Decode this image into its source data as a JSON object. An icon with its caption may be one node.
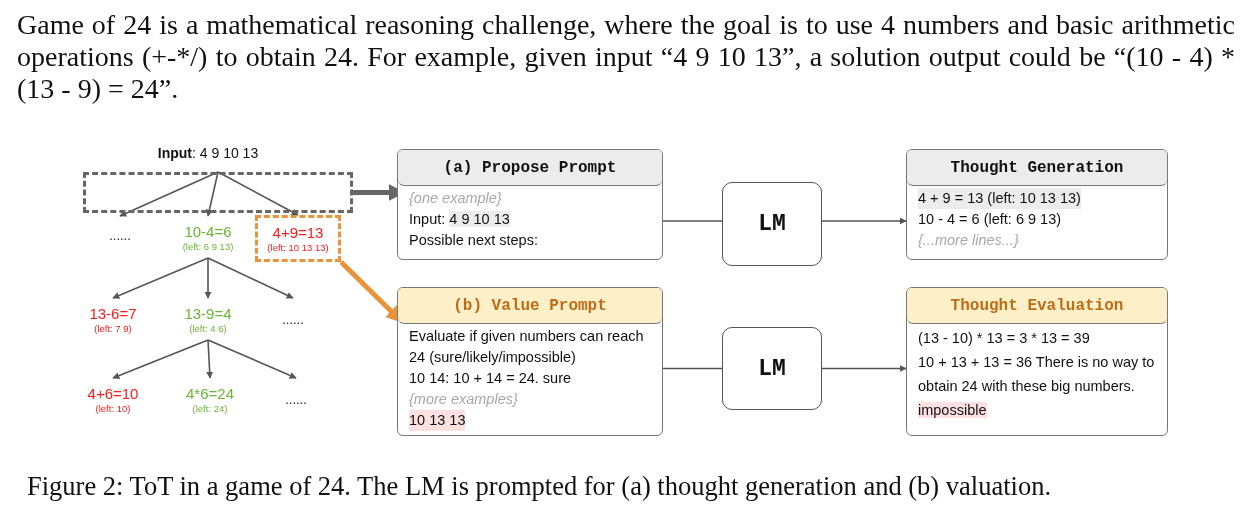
{
  "diagram": {
    "caption": "Figure 2: ToT in a game of 24. The LM is prompted for (a) thought generation and (b) valuation.",
    "nodes": [
      {
        "text": [],
        "shape": "box"
      },
      {
        "text": [
          "......"
        ]
      },
      {
        "text": [
          "10-4=6",
          "(left: 6 9 13)"
        ]
      },
      {
        "text": [
          "4+9=13",
          "(left: 10 13 13)"
        ]
      },
      {
        "text": [
          "13-6=7",
          "(left: 7 9)"
        ]
      },
      {
        "text": [
          "13-9=4",
          "(left: 4 6)"
        ]
      },
      {
        "text": [
          "......"
        ]
      },
      {
        "text": [
          "4+6=10",
          "(left: 10)"
        ]
      },
      {
        "text": [
          "4*6=24",
          "(left: 24)"
        ]
      },
      {
        "text": [
          "......"
        ]
      },
      {
        "text": [
          "(a) Propose Prompt",
          "{one example}",
          "Input:",
          "4 9 10 13",
          "Possible next steps:"
        ]
      },
      {
        "text": [
          "LM"
        ]
      },
      {
        "text": [
          "Thought Generation",
          "4 + 9 = 13 (left: 10 13 13)",
          "10 - 4 = 6 (left: 6 9 13)",
          "{...more lines...}"
        ]
      },
      {
        "text": [
          "(b) Value Prompt",
          "Evaluate if given numbers can reach 24 (sure/likely/impossible)",
          "10 14: 10 + 14 = 24. sure",
          "{more examples}",
          "10 13 13"
        ]
      },
      {
        "text": [
          "LM"
        ]
      },
      {
        "text": [
          "Thought Evaluation",
          "(13 - 10) * 13 = 3 * 13 = 39",
          "10 + 13 + 13 = 36 There is no way to obtain 24 with these big numbers.",
          "impossible"
        ]
      }
    ],
    "edges": [
      {
        "from": 0,
        "to": 1,
        "arrow": "to"
      },
      {
        "from": 0,
        "to": 2,
        "arrow": "to"
      },
      {
        "from": 0,
        "to": 3,
        "arrow": "to"
      },
      {
        "from": 2,
        "to": 4,
        "arrow": "to"
      },
      {
        "from": 2,
        "to": 5,
        "arrow": "to"
      },
      {
        "from": 2,
        "to": 6,
        "arrow": "to"
      },
      {
        "from": 5,
        "to": 7,
        "arrow": "to"
      },
      {
        "from": 5,
        "to": 8,
        "arrow": "to"
      },
      {
        "from": 5,
        "to": 9,
        "arrow": "to"
      },
      {
        "from": 0,
        "to": 10,
        "arrow": "to",
        "style": "thick"
      },
      {
        "from": 3,
        "to": 13,
        "arrow": "to",
        "style": "thick",
        "color": "#e8943a"
      },
      {
        "from": 10,
        "to": 11,
        "arrow": "none"
      },
      {
        "from": 11,
        "to": 12,
        "arrow": "to"
      },
      {
        "from": 13,
        "to": 14,
        "arrow": "none"
      },
      {
        "from": 14,
        "to": 15,
        "arrow": "to"
      }
    ],
    "labels": [
      "Game of 24 is a mathematical reasoning challenge, where the goal is to use 4 numbers and basic arithmetic operations (+-*/) to obtain 24. For example, given input “4 9 10 13”, a solution output could be “(10 - 4) * (13 - 9) = 24”.",
      "**Input**: 4 9 10 13"
    ]
  }
}
